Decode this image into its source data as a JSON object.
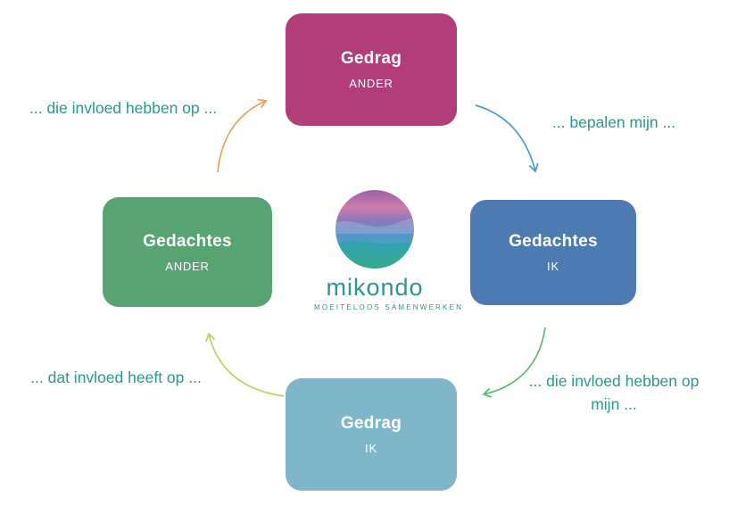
{
  "colors": {
    "label_text": "#2f968c"
  },
  "boxes": {
    "top": {
      "title": "Gedrag",
      "subtitle": "ANDER",
      "color": "#b13d79"
    },
    "right": {
      "title": "Gedachtes",
      "subtitle": "IK",
      "color": "#4d7ab0"
    },
    "bottom": {
      "title": "Gedrag",
      "subtitle": "IK",
      "color": "#7fb6c9"
    },
    "left": {
      "title": "Gedachtes",
      "subtitle": "ANDER",
      "color": "#57a371"
    }
  },
  "labels": {
    "top_left": "... die invloed hebben op ...",
    "top_right": "... bepalen mijn ...",
    "bottom_right": "... die invloed hebben op mijn ...",
    "bottom_left": "... dat invloed heeft op ..."
  },
  "arrows": {
    "left_to_top": {
      "color": "#e9a05c"
    },
    "top_to_right": {
      "color": "#47a0c4"
    },
    "right_to_bottom": {
      "color": "#5fbc6d"
    },
    "bottom_to_left": {
      "color": "#bcd25f"
    }
  },
  "logo": {
    "name": "mikondo",
    "tagline": "MOEITELOOS SAMENWERKEN"
  }
}
